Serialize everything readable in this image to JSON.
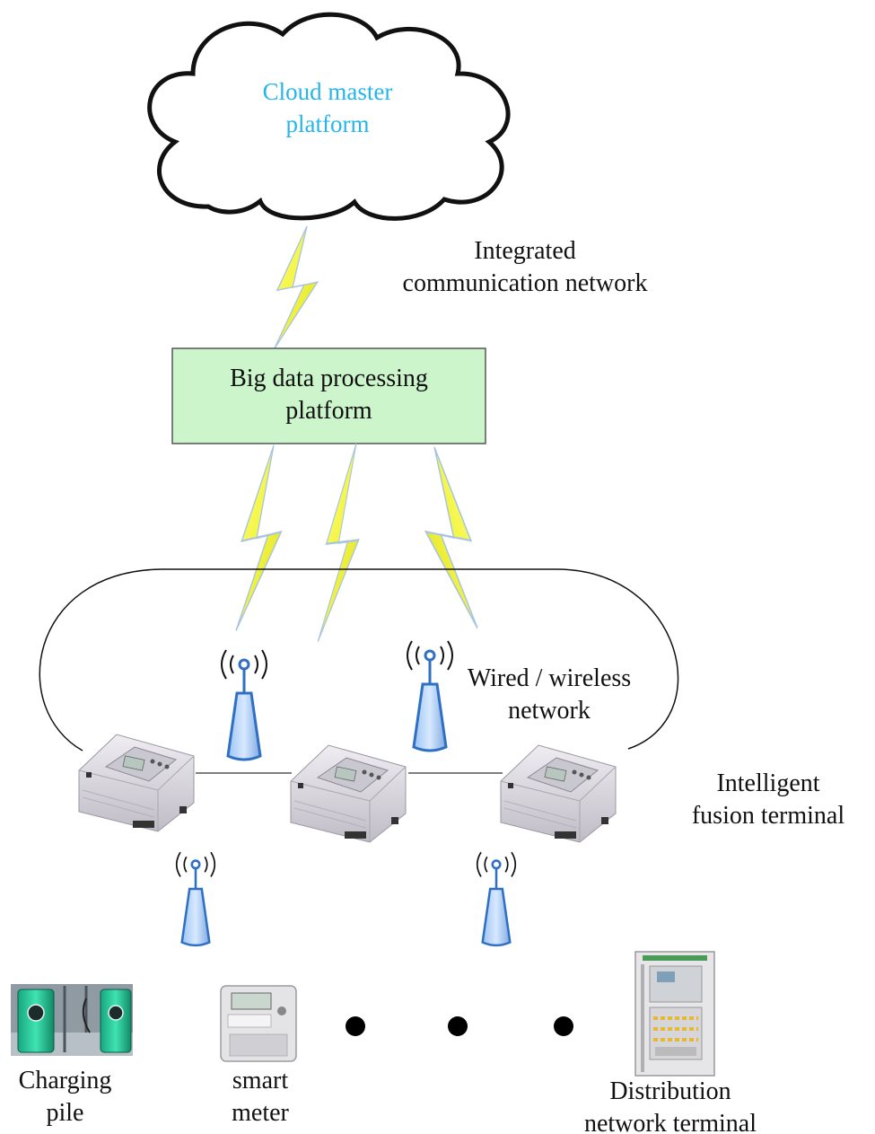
{
  "cloud": {
    "line1": "Cloud master",
    "line2": "platform",
    "color": "#25b5ec"
  },
  "link_label": {
    "line1": "Integrated",
    "line2": "communication network"
  },
  "processing": {
    "line1": "Big data processing",
    "line2": "platform",
    "fill": "#ccf5cc"
  },
  "network_label": {
    "line1": "Wired / wireless",
    "line2": "network"
  },
  "terminal_label": {
    "line1": "Intelligent",
    "line2": "fusion terminal"
  },
  "devices": {
    "charging_pile": {
      "line1": "Charging",
      "line2": "pile"
    },
    "smart_meter": {
      "line1": "smart",
      "line2": "meter"
    },
    "distribution": {
      "line1": "Distribution",
      "line2": "network terminal"
    }
  },
  "colors": {
    "bolt": "#f3f542",
    "bolt_edge": "#a8c4e0",
    "antenna": "#2f6fc4",
    "device_gray": "#d8d6dc"
  }
}
